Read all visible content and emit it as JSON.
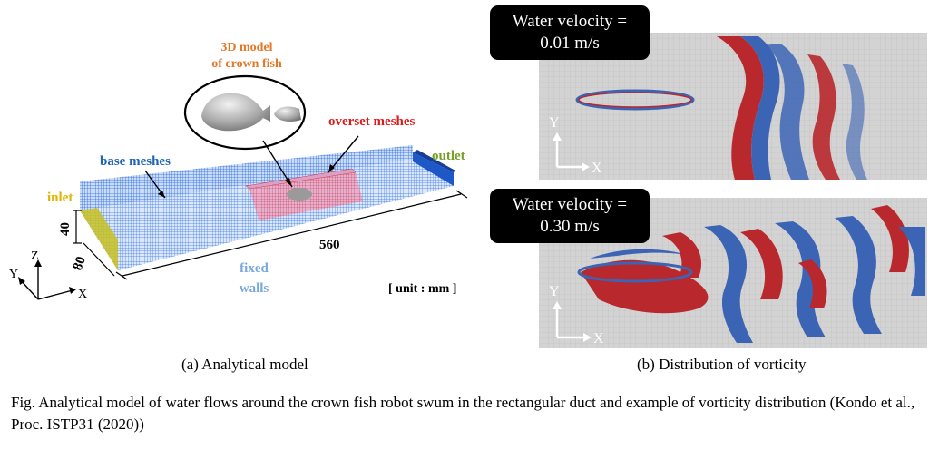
{
  "left": {
    "fish_label_line1": "3D model",
    "fish_label_line2": "of crown fish",
    "overset_meshes": "overset meshes",
    "base_meshes": "base meshes",
    "outlet": "outlet",
    "inlet": "inlet",
    "height_dim": "40",
    "width_dim": "80",
    "length_dim": "560",
    "fixed_walls_line1": "fixed",
    "fixed_walls_line2": "walls",
    "unit": "[ unit : mm ]",
    "axis_x": "X",
    "axis_y": "Y",
    "axis_z": "Z",
    "caption": "(a) Analytical model"
  },
  "right": {
    "panel1": {
      "label_line1": "Water velocity =",
      "label_line2": "0.01 m/s",
      "axis_x": "X",
      "axis_y": "Y"
    },
    "panel2": {
      "label_line1": "Water velocity =",
      "label_line2": "0.30 m/s",
      "axis_x": "X",
      "axis_y": "Y"
    },
    "caption": "(b) Distribution of vorticity"
  },
  "figure_caption": "Fig. Analytical model of water flows around the crown fish robot swum in the rectangular duct and example of vorticity distribution (Kondo et al., Proc. ISTP31 (2020))",
  "colors": {
    "mesh_blue": "#3b78e0",
    "overset_red": "#e03030",
    "inlet_yellow": "#c8c020",
    "outlet_blue": "#1e58c8",
    "label_orange": "#e07828",
    "label_red": "#e01818",
    "label_blue": "#1e64b4",
    "label_green": "#78a028",
    "label_gold": "#e0b400",
    "walls_lightblue": "#78a8dc",
    "vortex_red": "#b8282c",
    "vortex_blue": "#3c64b4"
  }
}
